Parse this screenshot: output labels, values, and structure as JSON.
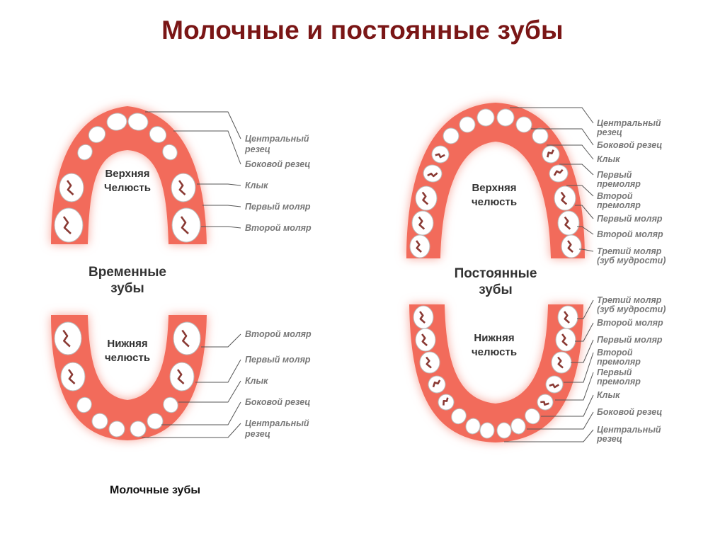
{
  "title": "Молочные и постоянные зубы",
  "caption": "Молочные зубы",
  "colors": {
    "gum": "#f26b5b",
    "gum_glow": "#f7a79c",
    "tooth": "#ffffff",
    "title": "#7a1616"
  },
  "primary": {
    "group": [
      "Временные",
      "зубы"
    ],
    "upper_jaw": [
      "Верхняя",
      "Челюсть"
    ],
    "lower_jaw": [
      "Нижняя",
      "челюсть"
    ],
    "upper_labels": [
      [
        "Центральный",
        "резец"
      ],
      [
        "Боковой резец"
      ],
      [
        "Клык"
      ],
      [
        "Первый моляр"
      ],
      [
        "Второй моляр"
      ]
    ],
    "lower_labels": [
      [
        "Второй моляр"
      ],
      [
        "Первый моляр"
      ],
      [
        "Клык"
      ],
      [
        "Боковой резец"
      ],
      [
        "Центральный",
        "резец"
      ]
    ]
  },
  "permanent": {
    "group": [
      "Постоянные",
      "зубы"
    ],
    "upper_jaw": [
      "Верхняя",
      "челюсть"
    ],
    "lower_jaw": [
      "Нижняя",
      "челюсть"
    ],
    "upper_labels": [
      [
        "Центральный",
        "резец"
      ],
      [
        "Боковой резец"
      ],
      [
        "Клык"
      ],
      [
        "Первый",
        "премоляр"
      ],
      [
        "Второй",
        "премоляр"
      ],
      [
        "Первый моляр"
      ],
      [
        "Второй моляр"
      ],
      [
        "Третий моляр",
        "(зуб мудрости)"
      ]
    ],
    "lower_labels": [
      [
        "Третий моляр",
        "(зуб мудрости)"
      ],
      [
        "Второй моляр"
      ],
      [
        "Первый моляр"
      ],
      [
        "Второй",
        "премоляр"
      ],
      [
        "Первый",
        "премоляр"
      ],
      [
        "Клык"
      ],
      [
        "Боковой резец"
      ],
      [
        "Центральный",
        "резец"
      ]
    ]
  }
}
